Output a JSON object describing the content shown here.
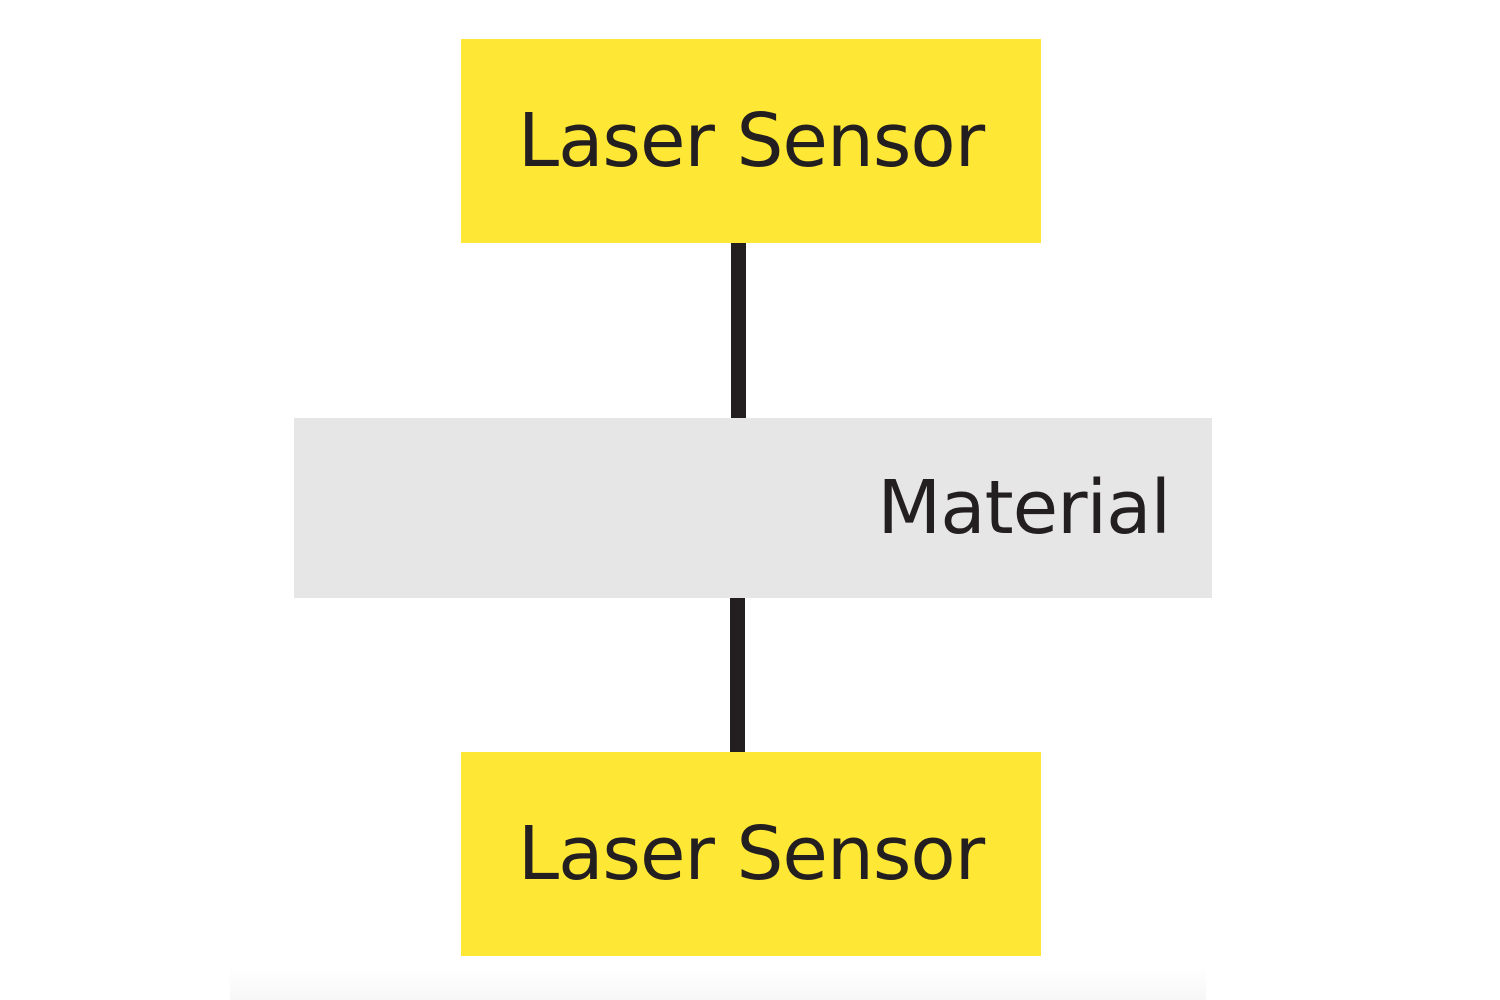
{
  "diagram": {
    "top_sensor": {
      "label": "Laser Sensor"
    },
    "material": {
      "label": "Material"
    },
    "bottom_sensor": {
      "label": "Laser Sensor"
    }
  },
  "colors": {
    "sensor_fill": "#fee835",
    "material_fill": "#e6e6e7",
    "beam": "#231f20",
    "text": "#231f20"
  }
}
